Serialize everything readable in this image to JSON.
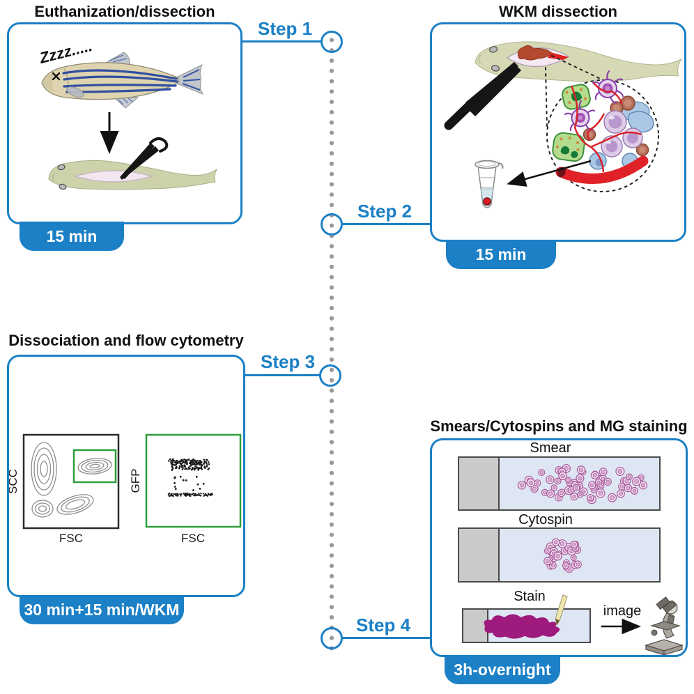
{
  "colors": {
    "accent_blue": "#1B80C5",
    "gate_green": "#2E9E3A",
    "timeline_dot_gray": "#9A9A9A",
    "stain_magenta": "#9E1A7D"
  },
  "timeline": {
    "steps": [
      "Step 1",
      "Step 2",
      "Step 3",
      "Step 4"
    ]
  },
  "panels": {
    "euthanization": {
      "title": "Euthanization/dissection",
      "duration": "15 min",
      "sleep_text": "Zzzz....."
    },
    "wkm": {
      "title": "WKM dissection",
      "duration": "15 min"
    },
    "flow": {
      "title": "Dissociation and flow cytometry",
      "duration": "30 min+15 min/WKM",
      "scatter_plot": {
        "ylabel": "SCC",
        "xlabel": "FSC"
      },
      "gfp_plot": {
        "ylabel": "GFP",
        "xlabel": "FSC"
      }
    },
    "smears": {
      "title": "Smears/Cytospins and MG staining",
      "duration": "3h-overnight",
      "slide_labels": [
        "Smear",
        "Cytospin",
        "Stain"
      ],
      "image_label": "image"
    }
  }
}
